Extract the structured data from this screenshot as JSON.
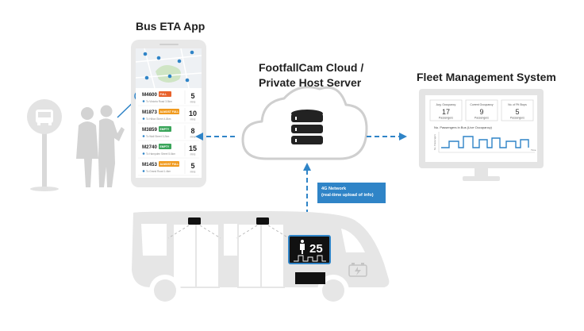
{
  "titles": {
    "app": "Bus ETA App",
    "cloud_line1": "FootfallCam Cloud /",
    "cloud_line2": "Private Host Server",
    "fleet": "Fleet Management System"
  },
  "network_badge": {
    "line1": "4G Network",
    "line2": "(real-time upload of info)"
  },
  "counter_display": {
    "count": "25"
  },
  "phone": {
    "rows": [
      {
        "route": "M4600",
        "status": "FULL",
        "status_color": "#e8622c",
        "eta": "5",
        "unit": "mins",
        "dest": "To Victoria Road  3.5km"
      },
      {
        "route": "M1873",
        "status": "ALMOST FULL",
        "status_color": "#f09a1e",
        "eta": "10",
        "unit": "mins",
        "dest": "To Hilton Street  4.8km"
      },
      {
        "route": "M3859",
        "status": "EMPTY",
        "status_color": "#3aa55a",
        "eta": "8",
        "unit": "mins",
        "dest": "To Wall Street  3.2km"
      },
      {
        "route": "M2740",
        "status": "EMPTY",
        "status_color": "#3aa55a",
        "eta": "15",
        "unit": "mins",
        "dest": "To Hampden Street  5.6km"
      },
      {
        "route": "M1453",
        "status": "ALMOST FULL",
        "status_color": "#f09a1e",
        "eta": "5",
        "unit": "mins",
        "dest": "To Grand Road  1.4km"
      }
    ]
  },
  "fleet_monitor": {
    "kpis": [
      {
        "label": "Avg. Occupancy",
        "value": "17",
        "unit": "Passengers"
      },
      {
        "label": "Current Occupancy",
        "value": "9",
        "unit": "Passengers"
      },
      {
        "label": "No. of Pit Stops",
        "value": "5",
        "unit": "Passengers"
      }
    ],
    "chart_title": "No. Passengers in Bus (Live Occupancy)",
    "y_label": "No. Passengers",
    "x_label": "Time"
  },
  "colors": {
    "accent_blue": "#2f84c7",
    "light_grey": "#e4e4e4",
    "mid_grey": "#d0d0d0",
    "dark": "#1a1a1a"
  }
}
